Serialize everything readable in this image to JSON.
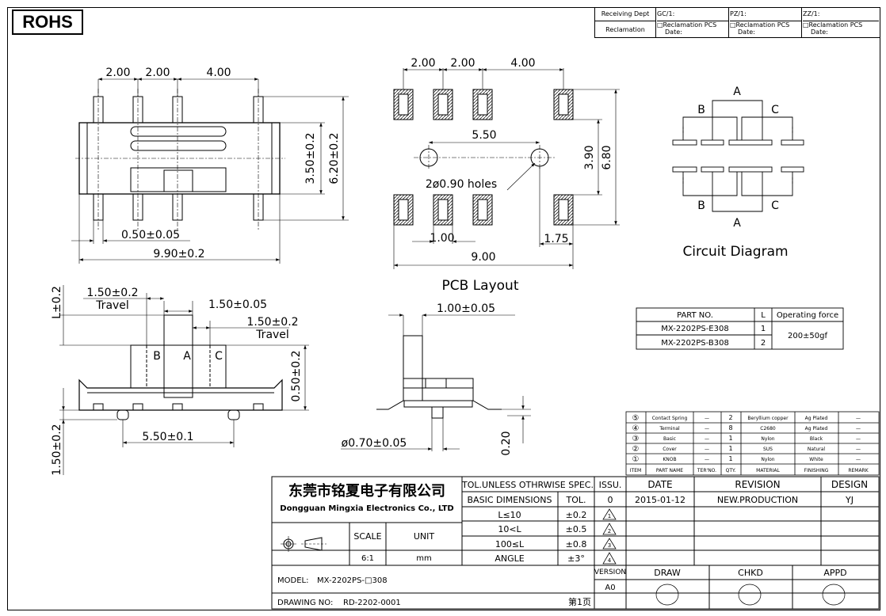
{
  "rohs": "ROHS",
  "receiving": {
    "dept_label": "Receiving Dept",
    "reclamation_label": "Reclamation",
    "cols": [
      {
        "code": "GC/1:",
        "line1": "□Reclamation  PCS",
        "line2": "Date:"
      },
      {
        "code": "PZ/1:",
        "line1": "□Reclamation  PCS",
        "line2": "Date:"
      },
      {
        "code": "ZZ/1:",
        "line1": "□Reclamation  PCS",
        "line2": "Date:"
      }
    ]
  },
  "top_view": {
    "dims_top": [
      "2.00",
      "2.00",
      "4.00"
    ],
    "height_inner": "3.50±0.2",
    "height_outer": "6.20±0.2",
    "pin_width": "0.50±0.05",
    "length": "9.90±0.2"
  },
  "pcb": {
    "dims_top": [
      "2.00",
      "2.00",
      "4.00"
    ],
    "hole_spacing": "5.50",
    "pad_height": "3.90",
    "outer_height": "6.80",
    "holes_note": "2ø0.90 holes",
    "pad_width": "1.00",
    "edge": "1.75",
    "total": "9.00",
    "caption": "PCB Layout"
  },
  "circuit": {
    "labels_top": {
      "a": "A",
      "b": "B",
      "c": "C"
    },
    "labels_bottom": {
      "a": "A",
      "b": "B",
      "c": "C"
    },
    "caption": "Circuit Diagram"
  },
  "front_view": {
    "height_l": "L±0.2",
    "travel_left": "1.50±0.2",
    "travel_left_label": "Travel",
    "knob": "1.50±0.05",
    "travel_right": "1.50±0.2",
    "travel_right_label": "Travel",
    "pos": [
      "B",
      "A",
      "C"
    ],
    "body_h": "0.50±0.2",
    "pin_h": "1.50±0.2",
    "pitch": "5.50±0.1"
  },
  "side_view": {
    "knob_w": "1.00±0.05",
    "post": "ø0.70±0.05",
    "thick": "0.20"
  },
  "part_table": {
    "headers": [
      "PART NO.",
      "L",
      "Operating force"
    ],
    "rows": [
      {
        "part": "MX-2202PS-E308",
        "l": "1"
      },
      {
        "part": "MX-2202PS-B308",
        "l": "2"
      }
    ],
    "force": "200±50gf"
  },
  "bom": {
    "rows": [
      {
        "no": "⑤",
        "name": "Contact Spring",
        "dash": "—",
        "qty": "2",
        "mat": "Beryllium copper",
        "fin": "Ag Plated",
        "rem": "—"
      },
      {
        "no": "④",
        "name": "Terminal",
        "dash": "—",
        "qty": "8",
        "mat": "C2680",
        "fin": "Ag Plated",
        "rem": "—"
      },
      {
        "no": "③",
        "name": "Basic",
        "dash": "—",
        "qty": "1",
        "mat": "Nylon",
        "fin": "Black",
        "rem": "—"
      },
      {
        "no": "②",
        "name": "Cover",
        "dash": "—",
        "qty": "1",
        "mat": "SUS",
        "fin": "Natural",
        "rem": "—"
      },
      {
        "no": "①",
        "name": "KNOB",
        "dash": "—",
        "qty": "1",
        "mat": "Nylon",
        "fin": "White",
        "rem": "—"
      }
    ],
    "headers": [
      "ITEM",
      "PART NAME",
      "TER'NO.",
      "QTY.",
      "MATERIAL",
      "FINISHING",
      "REMARK"
    ]
  },
  "title_block": {
    "company_cn": "东莞市铭夏电子有限公司",
    "company_en": "Dongguan Mingxia Electronics Co., LTD",
    "tol_header": "TOL.UNLESS OTHRWISE SPEC.",
    "basic_dims": "BASIC DIMENSIONS",
    "tol": "TOL.",
    "tol_rows": [
      {
        "range": "L≤10",
        "val": "±0.2",
        "issu": "1"
      },
      {
        "range": "10<L",
        "val": "±0.5",
        "issu": "2"
      },
      {
        "range": "100≤L",
        "val": "±0.8",
        "issu": "3"
      },
      {
        "range": "ANGLE",
        "val": "±3°",
        "issu": "4"
      }
    ],
    "scale_label": "SCALE",
    "unit_label": "UNIT",
    "scale": "6:1",
    "unit": "mm",
    "issu": "ISSU.",
    "date_label": "DATE",
    "revision_label": "REVISION",
    "design_label": "DESIGN",
    "rev0": {
      "issu": "0",
      "date": "2015-01-12",
      "revision": "NEW.PRODUCTION",
      "design": "YJ"
    },
    "model_label": "MODEL:",
    "model": "MX-2202PS-□308",
    "version_label": "VERSION",
    "version": "A0",
    "drawing_label": "DRAWING NO:",
    "drawing_no": "RD-2202-0001",
    "page": "第1页",
    "draw": "DRAW",
    "chkd": "CHKD",
    "appd": "APPD"
  }
}
